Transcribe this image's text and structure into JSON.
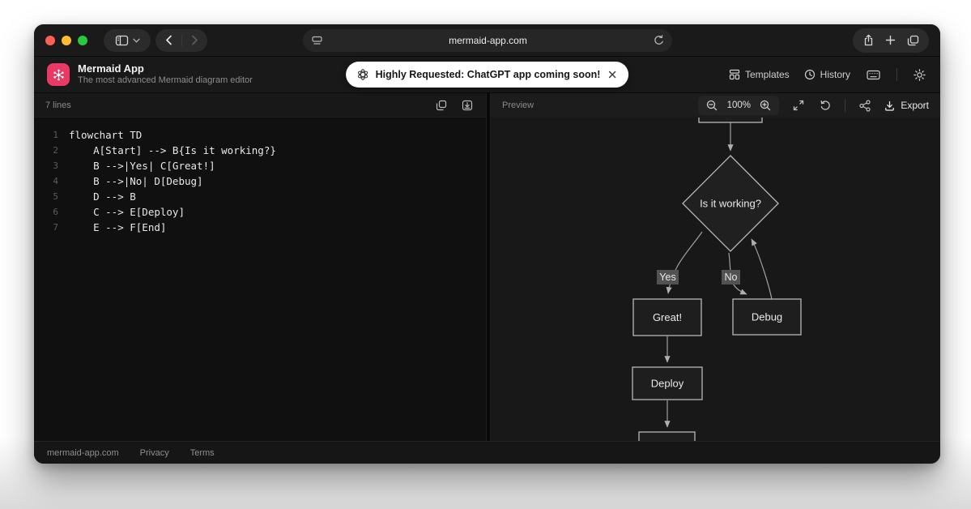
{
  "browser": {
    "url": "mermaid-app.com"
  },
  "app": {
    "name": "Mermaid App",
    "tagline": "The most advanced Mermaid diagram editor",
    "banner": {
      "text": "Highly Requested: ChatGPT app coming soon!"
    },
    "nav": {
      "templates": "Templates",
      "history": "History"
    }
  },
  "editor": {
    "status": "7 lines",
    "lines": [
      {
        "n": "1",
        "c": "flowchart TD"
      },
      {
        "n": "2",
        "c": "    A[Start] --> B{Is it working?}"
      },
      {
        "n": "3",
        "c": "    B -->|Yes| C[Great!]"
      },
      {
        "n": "4",
        "c": "    B -->|No| D[Debug]"
      },
      {
        "n": "5",
        "c": "    D --> B"
      },
      {
        "n": "6",
        "c": "    C --> E[Deploy]"
      },
      {
        "n": "7",
        "c": "    E --> F[End]"
      }
    ]
  },
  "preview": {
    "label": "Preview",
    "zoom_level": "100%",
    "export_label": "Export"
  },
  "diagram": {
    "nodes": {
      "question": "Is it working?",
      "great": "Great!",
      "debug": "Debug",
      "deploy": "Deploy"
    },
    "edge_labels": {
      "yes": "Yes",
      "no": "No"
    }
  },
  "footer": {
    "links": [
      "mermaid-app.com",
      "Privacy",
      "Terms"
    ]
  },
  "colors": {
    "brand_pink": "#e93a63",
    "traffic_red": "#ff5f57",
    "traffic_yellow": "#febc2e",
    "traffic_green": "#28c840",
    "node_border": "#b9b9b9",
    "edge_gray": "#9f9f9f"
  },
  "icons": {
    "sidebar-toggle": "sidebar panel",
    "back": "chevron-left",
    "forward": "chevron-right",
    "page": "reader page",
    "reload": "circular arrow",
    "share": "square with up arrow",
    "new-tab": "plus",
    "tab-overview": "stacked squares",
    "openai": "knot flower",
    "templates": "layout grid",
    "history": "clock",
    "shortcuts": "keyboard",
    "theme": "sun",
    "copy": "two pages",
    "save": "download tray",
    "zoom-out": "magnifier minus",
    "zoom-in": "magnifier plus",
    "fullscreen": "expand arrows",
    "refresh": "rotate arrow",
    "share-diagram": "three linked dots",
    "export": "download arrow"
  }
}
